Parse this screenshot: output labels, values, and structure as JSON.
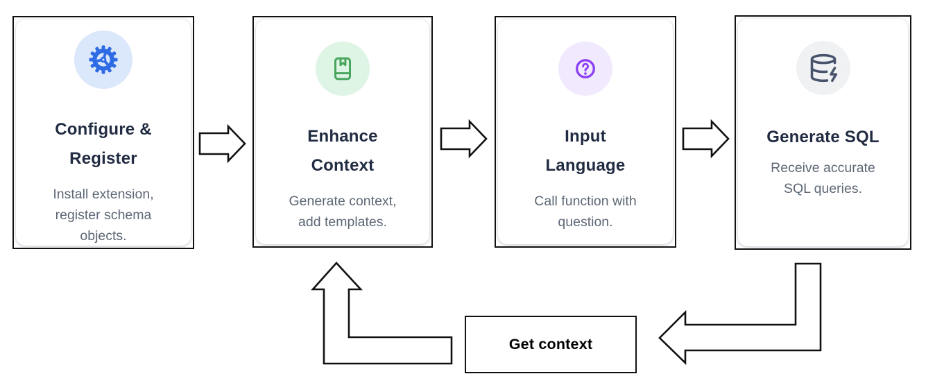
{
  "diagram": {
    "steps": [
      {
        "title": "Configure &\nRegister",
        "description": "Install extension,\nregister schema\nobjects.",
        "icon": "gear-icon",
        "icon_color": "#2e6be4",
        "icon_bg": "#dbe7fa"
      },
      {
        "title": "Enhance\nContext",
        "description": "Generate context,\nadd templates.",
        "icon": "book-bookmark-icon",
        "icon_color": "#48a55d",
        "icon_bg": "#def4e4"
      },
      {
        "title": "Input\nLanguage",
        "description": "Call function with\nquestion.",
        "icon": "question-circle-icon",
        "icon_color": "#8a3ff2",
        "icon_bg": "#f1e9fd"
      },
      {
        "title": "Generate SQL",
        "description": "Receive accurate\nSQL queries.",
        "icon": "database-zap-icon",
        "icon_color": "#46536b",
        "icon_bg": "#eff1f3"
      }
    ],
    "loop_label": "Get context",
    "colors": {
      "title_text": "#212c42",
      "description_text": "#5d6775",
      "outline": "#111111",
      "background": "#ffffff"
    }
  }
}
